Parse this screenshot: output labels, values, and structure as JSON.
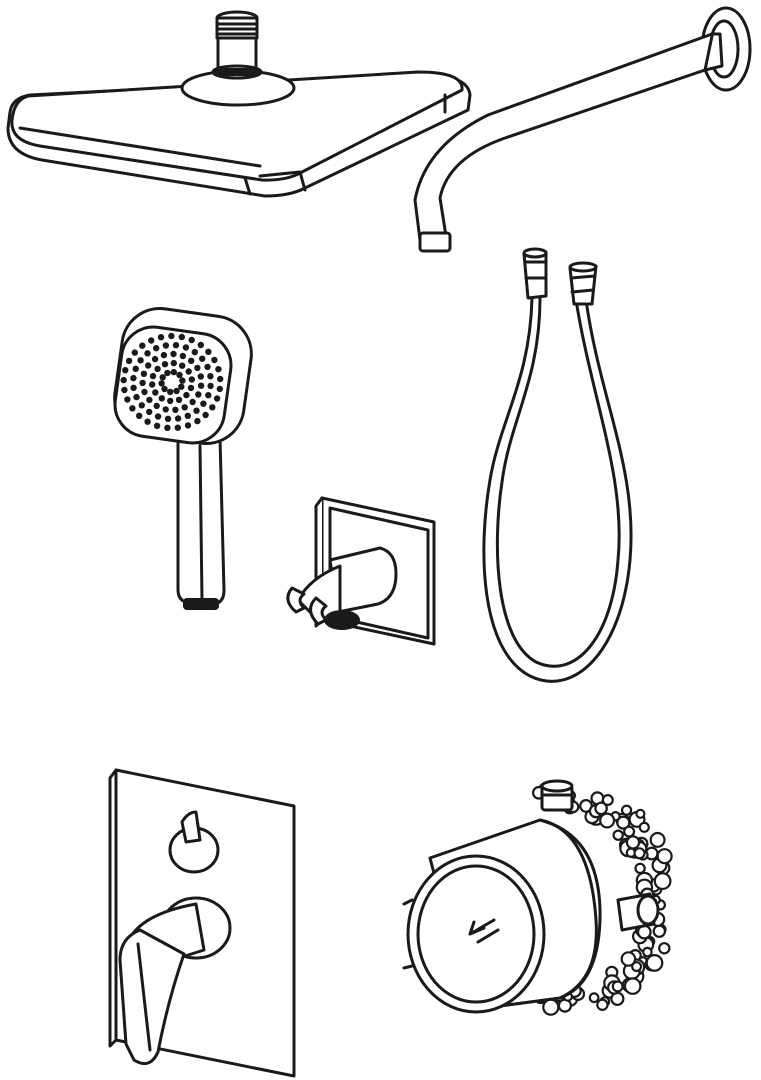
{
  "colors": {
    "line": "#1a1a1a",
    "background": "#ffffff"
  },
  "parts": [
    {
      "id": "overhead-shower",
      "icon": "rain-shower-head-icon"
    },
    {
      "id": "shower-arm",
      "icon": "shower-arm-icon"
    },
    {
      "id": "hand-shower",
      "icon": "hand-shower-icon"
    },
    {
      "id": "shower-hose",
      "icon": "shower-hose-icon"
    },
    {
      "id": "wall-outlet-holder",
      "icon": "wall-outlet-holder-icon"
    },
    {
      "id": "mixer-trim-plate",
      "icon": "mixer-trim-icon"
    },
    {
      "id": "concealed-body",
      "icon": "concealed-body-icon"
    }
  ]
}
